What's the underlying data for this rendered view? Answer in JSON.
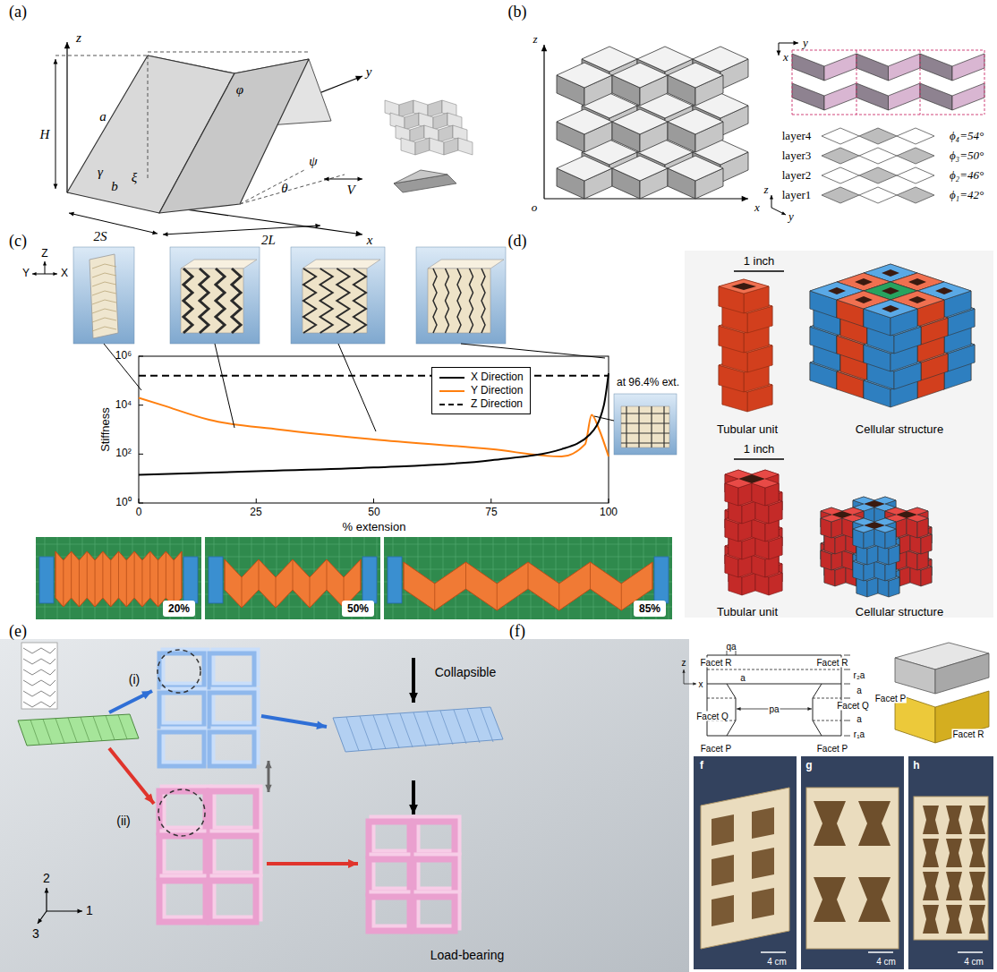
{
  "diagram": {
    "nodes": [
      {
        "text": [
          "20%"
        ]
      },
      {
        "text": [
          "50%"
        ]
      },
      {
        "text": [
          "85%"
        ]
      }
    ],
    "labels": [
      "(a)",
      "(b)",
      "(c)",
      "(d)",
      "(e)",
      "(f)",
      "z",
      "y",
      "x",
      "H",
      "a",
      "b",
      "φ",
      "γ",
      "ξ",
      "θ",
      "ψ",
      "2S",
      "2L",
      "V",
      "z",
      "o",
      "x",
      "y",
      "x",
      "layer4",
      "layer3",
      "layer2",
      "layer1",
      "ϕ₄=54°",
      "ϕ₃=50°",
      "ϕ₂=46°",
      "ϕ₁=42°",
      "z",
      "y",
      "Z",
      "Y",
      "X",
      "Stiffness",
      "10⁶",
      "10⁴",
      "10²",
      "10⁰",
      "0",
      "25",
      "50",
      "75",
      "100",
      "% extension",
      "at 96.4% ext.",
      "1 inch",
      "Tubular unit",
      "Cellular structure",
      "1 inch",
      "Tubular unit",
      "Cellular structure",
      "(i)",
      "(ii)",
      "Collapsible",
      "Load-bearing",
      "2",
      "1",
      "3",
      "qa",
      "Facet R",
      "Facet R",
      "r₂a",
      "a",
      "Facet Q",
      "a",
      "r₁a",
      "Facet Q",
      "pa",
      "a",
      "Facet P",
      "Facet P",
      "z",
      "x",
      "Facet P",
      "Facet R",
      "f",
      "g",
      "h",
      "4 cm",
      "4 cm",
      "4 cm"
    ],
    "legend": [
      {
        "text": "X Direction"
      },
      {
        "text": "Y Direction"
      },
      {
        "text": "Z Direction"
      }
    ]
  }
}
